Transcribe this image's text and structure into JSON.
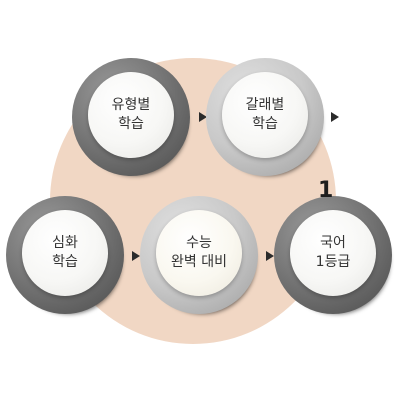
{
  "diagram": {
    "nodes": [
      {
        "id": "n1",
        "label": "유형별\n학습",
        "style": "dark"
      },
      {
        "id": "n2",
        "label": "갈래별\n학습",
        "style": "light"
      },
      {
        "id": "n3",
        "label": "심화\n학습",
        "style": "dark"
      },
      {
        "id": "n4",
        "label": "수능\n완벽 대비",
        "style": "light-cream"
      },
      {
        "id": "n5",
        "label": "국어\n1등급",
        "style": "dark"
      }
    ],
    "badge": "1",
    "colors": {
      "background_circle": "#f1d7c4",
      "arrow": "#2b2b2b",
      "ring_dark": "#6f6f6f",
      "ring_light": "#c9c9c9"
    }
  }
}
